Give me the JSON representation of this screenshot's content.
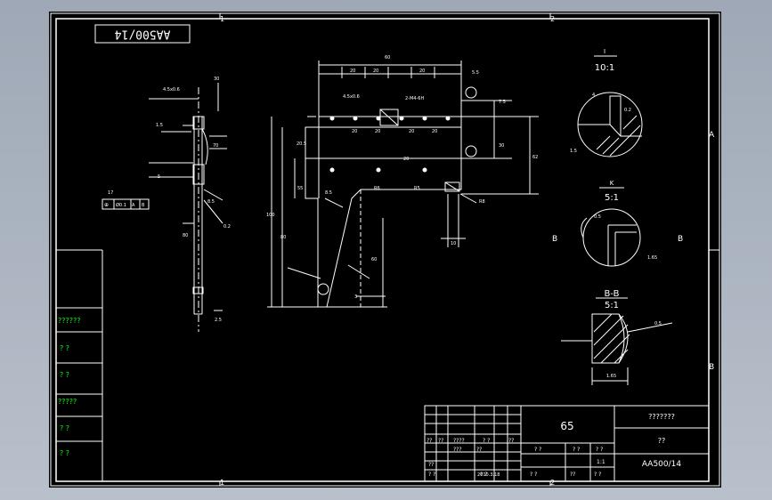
{
  "drawing_number": "AA500/14",
  "zones": {
    "top": [
      "1",
      "2"
    ],
    "bottom": [
      "1",
      "2"
    ],
    "right": [
      "A",
      "B"
    ]
  },
  "views": {
    "detail_1": {
      "label": "I",
      "scale": "10:1"
    },
    "detail_2": {
      "label": "K",
      "scale": "5:1"
    },
    "section_bb": {
      "label": "B-B",
      "scale": "5:1"
    },
    "section_marks": [
      "B",
      "B"
    ]
  },
  "left_panel": [
    "??????",
    "?  ?",
    "?  ?",
    "?????",
    "?  ?",
    "?  ?"
  ],
  "title_block": {
    "material": "65",
    "name": "???????",
    "unit": "??",
    "scale": "1:1",
    "code": "AA500/14",
    "date": "2010.3.18",
    "cells": [
      "??",
      "??",
      "????",
      "?  ?",
      "??",
      "???",
      "??",
      "?  ?",
      "?  ?",
      "?  ?",
      "??",
      "?  ?",
      "?  ?",
      "?  ?",
      "??",
      "?  ?"
    ]
  },
  "dimensions": [
    "60",
    "20",
    "20",
    "20",
    "5.5",
    "4.5x0.6",
    "2-M4-6H",
    "7.5",
    "20",
    "20",
    "20",
    "20",
    "20.5",
    "30",
    "62",
    "100",
    "55",
    "80",
    "60",
    "20",
    "10",
    "8.5",
    "R6",
    "R5",
    "R8",
    "1.65",
    "0.5",
    "3",
    "4",
    "70",
    "5",
    "17",
    "0.2",
    "2.5",
    "30",
    "1.5"
  ],
  "tolerance": {
    "symbol": "⊕",
    "value": "Ø0.1",
    "refs": [
      "A",
      "B"
    ]
  }
}
